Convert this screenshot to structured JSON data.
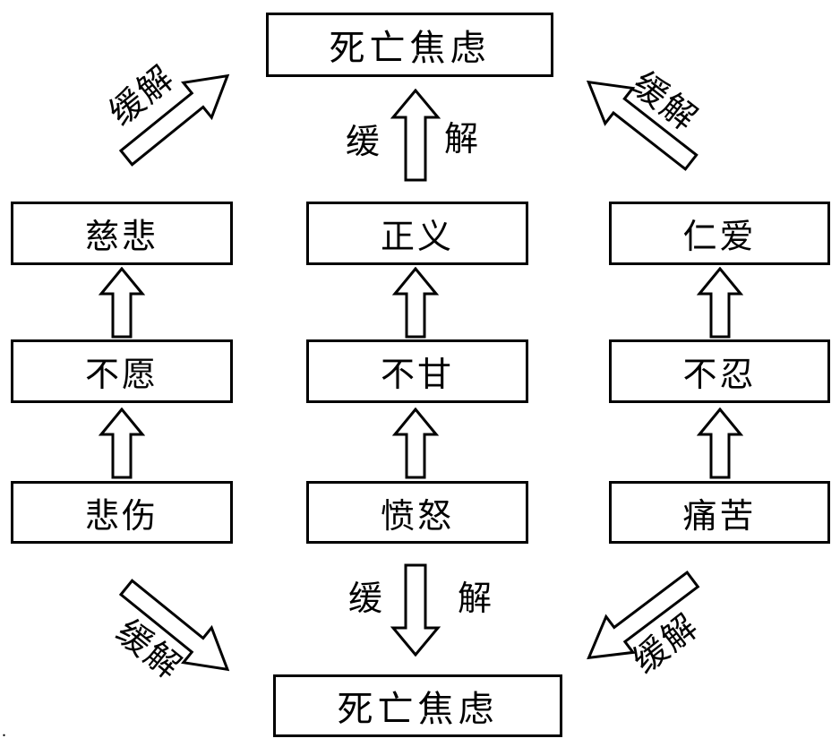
{
  "diagram": {
    "top_node": {
      "label": "死亡焦虑"
    },
    "bottom_node": {
      "label": "死亡焦虑"
    },
    "center_up_arrow": {
      "left_label": "缓",
      "right_label": "解"
    },
    "center_down_arrow": {
      "left_label": "缓",
      "right_label": "解"
    },
    "columns": [
      {
        "name": "left",
        "nodes": [
          "慈悲",
          "不愿",
          "悲伤"
        ]
      },
      {
        "name": "middle",
        "nodes": [
          "正义",
          "不甘",
          "愤怒"
        ]
      },
      {
        "name": "right",
        "nodes": [
          "仁爱",
          "不忍",
          "痛苦"
        ]
      }
    ],
    "diagonal_arrows": {
      "top_left": {
        "label": "缓解"
      },
      "top_right": {
        "label": "缓解"
      },
      "bottom_left": {
        "label": "缓解"
      },
      "bottom_right": {
        "label": "缓解"
      }
    },
    "colors": {
      "line": "#000000",
      "background": "#ffffff"
    },
    "artifact_dot": "."
  }
}
